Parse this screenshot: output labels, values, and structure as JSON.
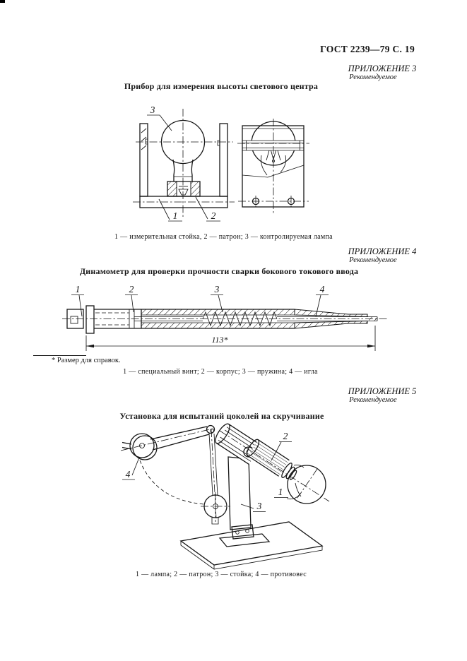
{
  "page": {
    "header": "ГОСТ 2239—79 С. 19",
    "ink": "#141414",
    "background": "#ffffff"
  },
  "appendix3": {
    "label": "ПРИЛОЖЕНИЕ 3",
    "sublabel": "Рекомендуемое",
    "title": "Прибор для измерения высоты светового центра",
    "caption": "1 — измерительная стойка, 2 — патрон; 3 — контролируемая лампа",
    "pos": {
      "p1": "1",
      "p2": "2",
      "p3": "3"
    }
  },
  "appendix4": {
    "label": "ПРИЛОЖЕНИЕ 4",
    "sublabel": "Рекомендуемое",
    "title": "Динамометр для проверки прочности сварки бокового токового ввода",
    "dimension": "113*",
    "footnote": "* Размер для справок.",
    "caption": "1 — специальный винт; 2 — корпус; 3 — пружина; 4 — игла",
    "pos": {
      "p1": "1",
      "p2": "2",
      "p3": "3",
      "p4": "4"
    }
  },
  "appendix5": {
    "label": "ПРИЛОЖЕНИЕ 5",
    "sublabel": "Рекомендуемое",
    "title": "Установка для испытаний цоколей на скручивание",
    "caption": "1 — лампа; 2 — патрон; 3 — стойка; 4 — противовес",
    "pos": {
      "p1": "1",
      "p2": "2",
      "p3": "3",
      "p4": "4"
    }
  }
}
